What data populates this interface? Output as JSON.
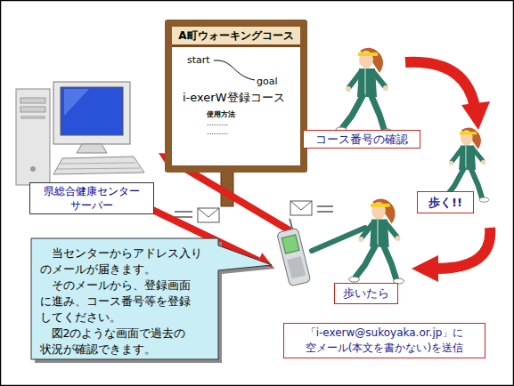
{
  "diagram": {
    "nodes": [
      {
        "text": [
          "A町ウォーキングコース",
          "start",
          "goal",
          "i-exerW登録コース",
          "使用方法",
          "………",
          "………"
        ]
      },
      {
        "text": [
          "コース番号の確認"
        ]
      },
      {
        "text": [
          "県総合健康センター サーバー"
        ]
      },
      {
        "text": [
          "歩く!!"
        ]
      },
      {
        "text": [
          "当センターからアドレス入り のメールが届きます。",
          "そのメールから、登録画面 に進み、コース番号等を登録 してください。",
          "図2のような画面で過去の 状況が確認できます。"
        ]
      },
      {
        "text": [
          "歩いたら"
        ]
      },
      {
        "text": [
          "「i-exerw@sukoyaka.or.jp」に 空メール(本文を書かない)を送信"
        ]
      }
    ]
  }
}
